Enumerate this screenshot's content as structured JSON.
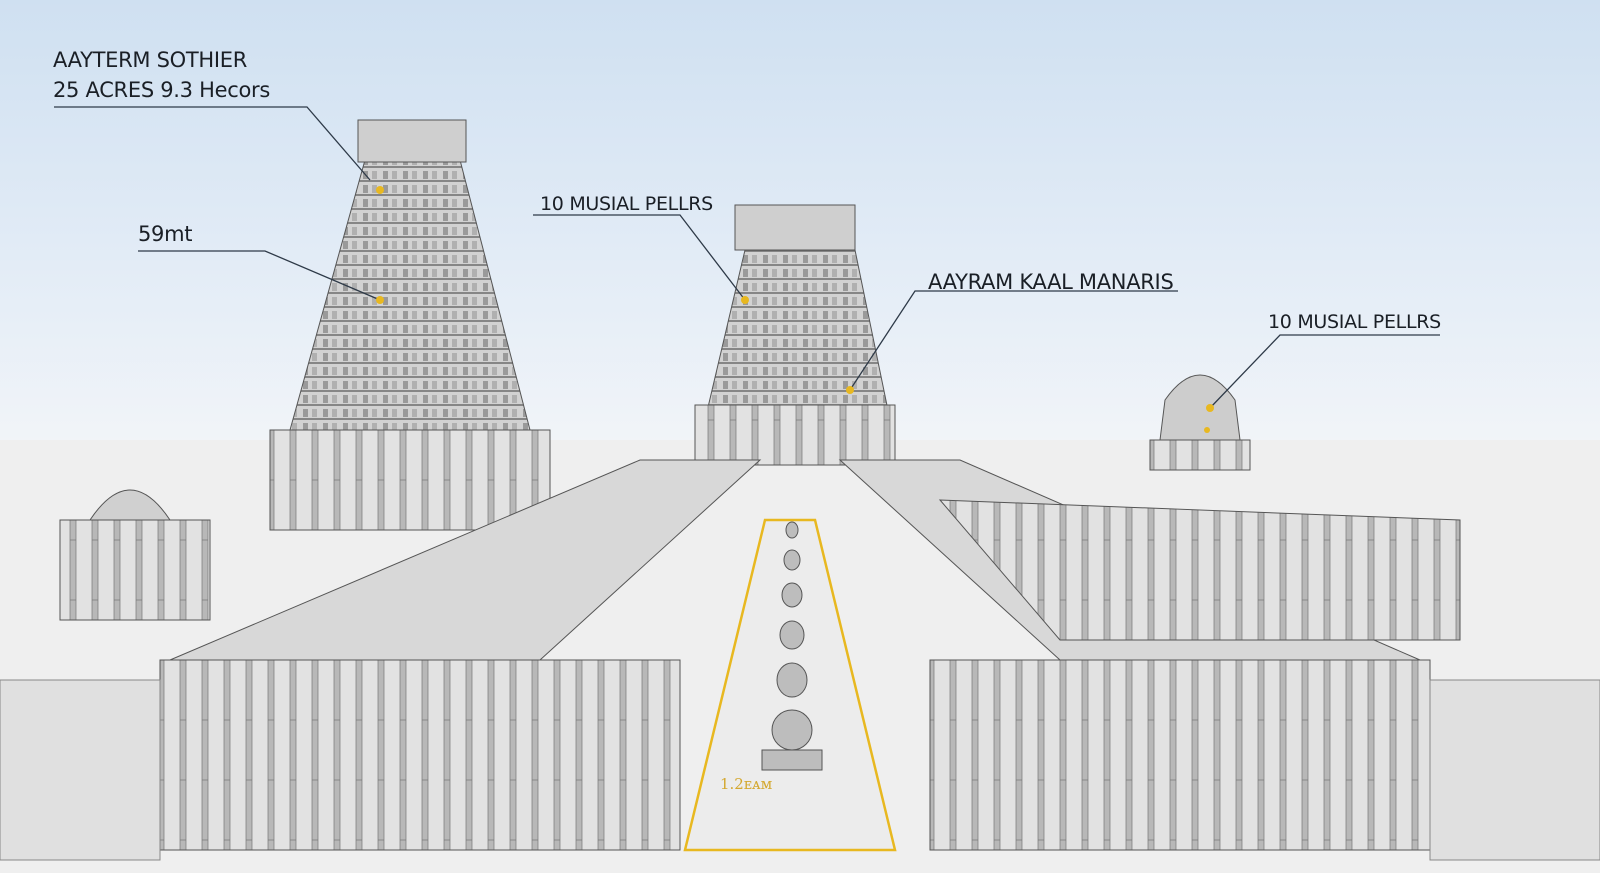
{
  "labels": {
    "site_name": "AAYTERM SOTHIER",
    "site_area": "25 ACRES 9.3 Hecors",
    "tower_height": "59mt",
    "center_tower": "10 MUSIAL PELLRS",
    "hall": "AAYRAM KAAL MANARIS",
    "right_shrine": "10 MUSIAL PELLRS",
    "corridor_measure": "1.2ᴇᴀᴍ"
  },
  "colors": {
    "accent": "#e8b820",
    "line": "#2e3a48",
    "stone": "#c9c9c9"
  }
}
